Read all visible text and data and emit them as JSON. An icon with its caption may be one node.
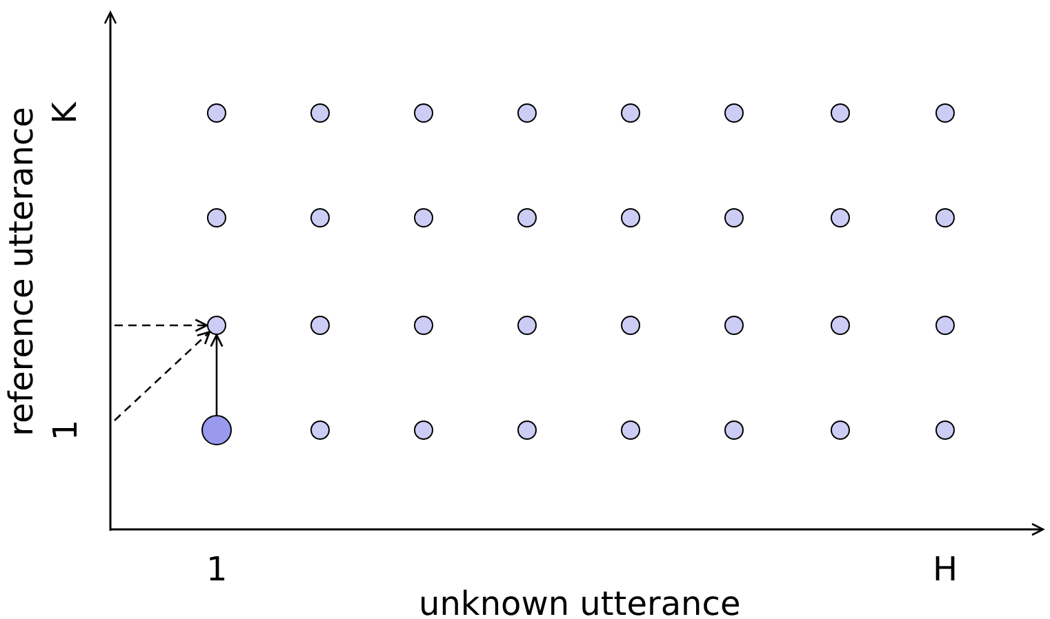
{
  "diagram": {
    "nodes": [
      {
        "text": [],
        "shape": "circle"
      },
      {
        "text": [],
        "shape": "circle"
      },
      {
        "text": [],
        "shape": "circle"
      },
      {
        "text": [],
        "shape": "circle"
      },
      {
        "text": [],
        "shape": "circle"
      },
      {
        "text": [],
        "shape": "circle"
      },
      {
        "text": [],
        "shape": "circle"
      },
      {
        "text": [],
        "shape": "circle"
      },
      {
        "text": [],
        "shape": "circle"
      },
      {
        "text": [],
        "shape": "circle"
      },
      {
        "text": [],
        "shape": "circle"
      },
      {
        "text": [],
        "shape": "circle"
      },
      {
        "text": [],
        "shape": "circle"
      },
      {
        "text": [],
        "shape": "circle"
      },
      {
        "text": [],
        "shape": "circle"
      },
      {
        "text": [],
        "shape": "circle"
      },
      {
        "text": [],
        "shape": "circle"
      },
      {
        "text": [],
        "shape": "circle"
      },
      {
        "text": [],
        "shape": "circle"
      },
      {
        "text": [],
        "shape": "circle"
      },
      {
        "text": [],
        "shape": "circle"
      },
      {
        "text": [],
        "shape": "circle"
      },
      {
        "text": [],
        "shape": "circle"
      },
      {
        "text": [],
        "shape": "circle"
      },
      {
        "text": [],
        "shape": "circle"
      },
      {
        "text": [],
        "shape": "circle"
      },
      {
        "text": [],
        "shape": "circle"
      },
      {
        "text": [],
        "shape": "circle"
      },
      {
        "text": [],
        "shape": "circle"
      },
      {
        "text": [],
        "shape": "circle"
      },
      {
        "text": [],
        "shape": "circle"
      },
      {
        "text": [],
        "shape": "circle"
      }
    ],
    "edges": [
      {
        "from": null,
        "to": 16,
        "arrow": "to",
        "style": "dashed"
      },
      {
        "from": null,
        "to": 16,
        "arrow": "to",
        "style": "dashed"
      },
      {
        "from": 24,
        "to": 16,
        "arrow": "to"
      }
    ],
    "labels": [
      "reference utterance",
      "K",
      "1",
      "1",
      "H",
      "unknown utterance"
    ]
  }
}
